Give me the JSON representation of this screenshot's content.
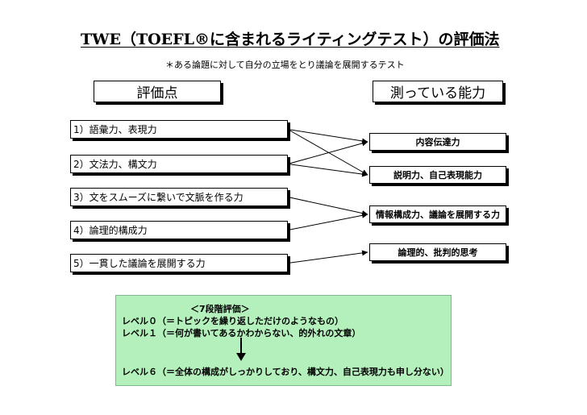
{
  "title": "TWE（TOEFL®に含まれるライティングテスト）の評価法",
  "subtitle": "＊ある論題に対して自分の立場をとり議論を展開するテスト",
  "headers": {
    "left": "評価点",
    "right": "測っている能力"
  },
  "criteria": [
    "1）語彙力、表現力",
    "2）文法力、構文力",
    "3）文をスムーズに繋いで文脈を作る力",
    "4）論理的構成力",
    "5）一貫した議論を展開する力"
  ],
  "abilities": [
    "内容伝達力",
    "説明力、自己表現能力",
    "情報構成力、議論を展開する力",
    "論理的、批判的思考"
  ],
  "connections": [
    [
      0,
      0
    ],
    [
      0,
      1
    ],
    [
      1,
      0
    ],
    [
      1,
      1
    ],
    [
      2,
      2
    ],
    [
      3,
      2
    ],
    [
      4,
      3
    ]
  ],
  "evaluation": {
    "heading": "＜7段階評価＞",
    "level0": "レベル０（＝トピックを繰り返しただけのようなもの）",
    "level1": "レベル１（＝何が書いてあるかわからない、的外れの文章）",
    "level6": "レベル６（＝全体の構成がしっかりしており、構文力、自己表現力も申し分ない）",
    "background_color": "#b4f0bc"
  }
}
